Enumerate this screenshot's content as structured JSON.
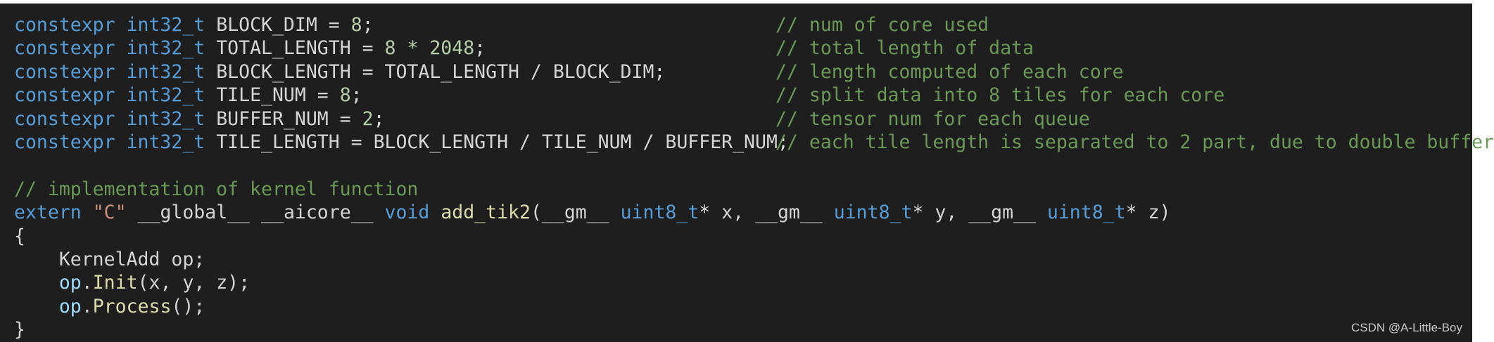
{
  "code": {
    "lines": [
      {
        "kw": "constexpr",
        "ty": "int32_t",
        "rest": " BLOCK_DIM = ",
        "num": "8",
        "tail": ";",
        "comment": "// num of core used"
      },
      {
        "kw": "constexpr",
        "ty": "int32_t",
        "rest": " TOTAL_LENGTH = ",
        "num": "8 * 2048",
        "tail": ";",
        "comment": "// total length of data"
      },
      {
        "kw": "constexpr",
        "ty": "int32_t",
        "rest": " BLOCK_LENGTH = TOTAL_LENGTH / BLOCK_DIM;",
        "num": "",
        "tail": "",
        "comment": "// length computed of each core"
      },
      {
        "kw": "constexpr",
        "ty": "int32_t",
        "rest": " TILE_NUM = ",
        "num": "8",
        "tail": ";",
        "comment": "// split data into 8 tiles for each core"
      },
      {
        "kw": "constexpr",
        "ty": "int32_t",
        "rest": " BUFFER_NUM = ",
        "num": "2",
        "tail": ";",
        "comment": "// tensor num for each queue"
      },
      {
        "kw": "constexpr",
        "ty": "int32_t",
        "rest": " TILE_LENGTH = BLOCK_LENGTH / TILE_NUM / BUFFER_NUM;",
        "num": "",
        "tail": "",
        "comment": "// each tile length is separated to 2 part, due to double buffer"
      }
    ],
    "impl_comment": "// implementation of kernel function",
    "signature": {
      "extern_kw": "extern",
      "c_str": "\"C\"",
      "qualifiers": " __global__ __aicore__ ",
      "void_kw": "void",
      "fn_name": "add_tik2",
      "p1_pre": "(__gm__ ",
      "p1_type": "uint8_t",
      "p1_post": "* x, __gm__ ",
      "p2_type": "uint8_t",
      "p2_post": "* y, __gm__ ",
      "p3_type": "uint8_t",
      "p3_post": "* z)"
    },
    "open_brace": "{",
    "body": {
      "decl": "    KernelAdd op;",
      "init_obj": "op",
      "init_fn": "Init",
      "init_args": "(x, y, z);",
      "process_obj": "op",
      "process_fn": "Process",
      "process_args": "();"
    },
    "close_brace": "}"
  },
  "watermark": "CSDN @A-Little-Boy",
  "colors": {
    "background": "#1e1e1e",
    "keyword": "#569cd6",
    "number": "#b5cea8",
    "comment": "#6a9955",
    "string": "#ce9178",
    "function": "#dcdcaa",
    "variable": "#9cdcfe",
    "text": "#d4d4d4"
  }
}
